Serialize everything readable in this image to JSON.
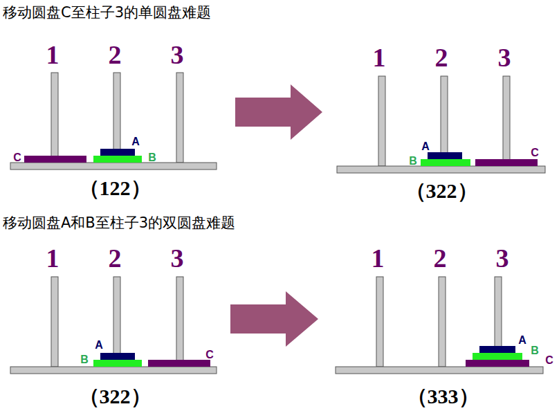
{
  "diagram": {
    "labels": [
      "移动圆盘C至柱子3的单圆盘难题",
      "1",
      "2",
      "3",
      "A",
      "B",
      "C",
      "（122）",
      "1",
      "2",
      "3",
      "A",
      "B",
      "C",
      "（322）",
      "移动圆盘A和B至柱子3的双圆盘难题",
      "1",
      "2",
      "3",
      "A",
      "B",
      "C",
      "（322）",
      "1",
      "2",
      "3",
      "A",
      "B",
      "C",
      "（333）"
    ]
  }
}
